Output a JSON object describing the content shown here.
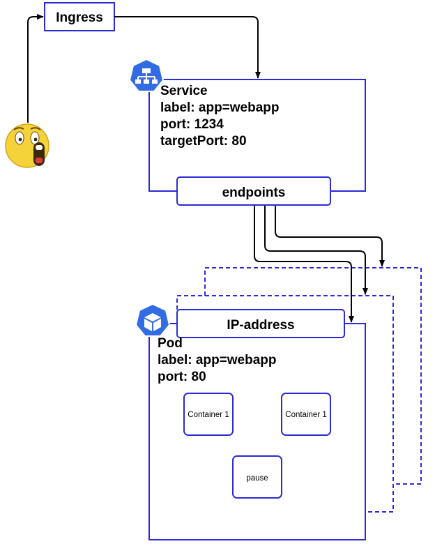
{
  "ingress": {
    "label": "Ingress"
  },
  "service": {
    "title": "Service",
    "lines": [
      "label: app=webapp",
      "port: 1234",
      "targetPort: 80"
    ],
    "icon": "kubernetes-service-icon"
  },
  "endpoints": {
    "label": "endpoints"
  },
  "ip_address": {
    "label": "IP-address"
  },
  "pod": {
    "title": "Pod",
    "lines": [
      "label: app=webapp",
      "port: 80"
    ],
    "icon": "kubernetes-pod-icon",
    "containers": [
      "Container 1",
      "Container 1"
    ],
    "pause": "pause"
  },
  "user": {
    "icon": "shocked-face-emoji-icon"
  },
  "colors": {
    "blue": "#2a2ad8",
    "k8s_blue": "#326ce5",
    "emoji_yellow": "#f4d23a"
  }
}
